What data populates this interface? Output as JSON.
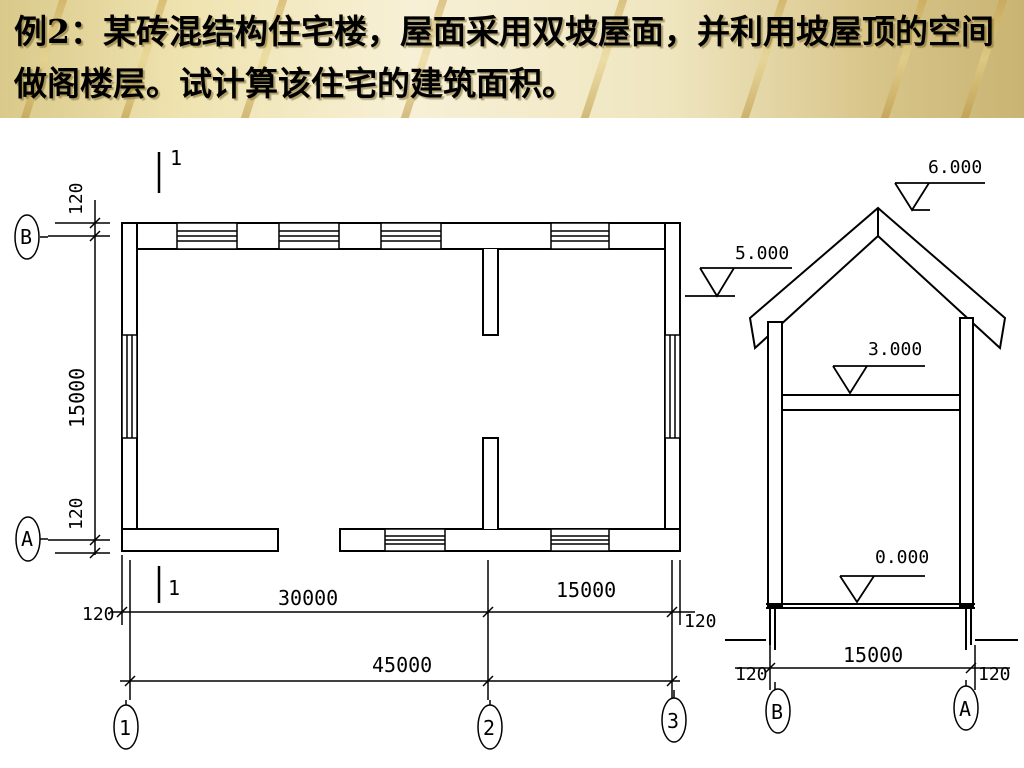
{
  "slide": {
    "title": "例2：某砖混结构住宅楼，屋面采用双坡屋面，并利用坡屋顶的空间做阁楼层。试计算该住宅的建筑面积。"
  },
  "plan": {
    "section_mark_top": "1",
    "section_mark_bottom": "1",
    "dim_top_wall": "120",
    "dim_depth": "15000",
    "dim_bottom_wall": "120",
    "axis_B": "B",
    "axis_A": "A",
    "dim_left_wall": "120",
    "dim_span_1_2": "30000",
    "dim_span_2_3": "15000",
    "dim_right_wall": "120",
    "dim_total": "45000",
    "axis_1": "1",
    "axis_2": "2",
    "axis_3": "3"
  },
  "section": {
    "elev_ridge": "6.000",
    "elev_eave": "5.000",
    "elev_attic": "3.000",
    "elev_ground": "0.000",
    "dim_left_wall": "120",
    "dim_width": "15000",
    "dim_right_wall": "120",
    "axis_B": "B",
    "axis_A": "A"
  }
}
